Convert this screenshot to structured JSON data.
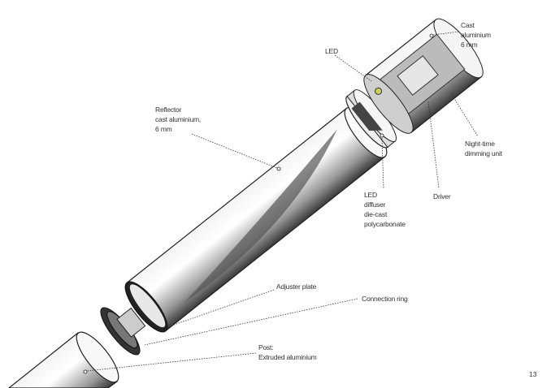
{
  "labels": {
    "cast_aluminium": [
      "Cast",
      "aluminium",
      "6 mm"
    ],
    "led": "LED",
    "reflector": [
      "Reflector",
      "cast aluminium,",
      "6 mm"
    ],
    "night_time": [
      "Night-time",
      "dimming unit"
    ],
    "driver": "Driver",
    "diffuser": [
      "LED",
      "diffuser",
      "die-cast",
      "polycarbonate"
    ],
    "adjuster_plate": "Adjuster plate",
    "connection_ring": "Connection ring",
    "post": [
      "Post:",
      "Extruded aluminium"
    ]
  },
  "page_number": "13"
}
